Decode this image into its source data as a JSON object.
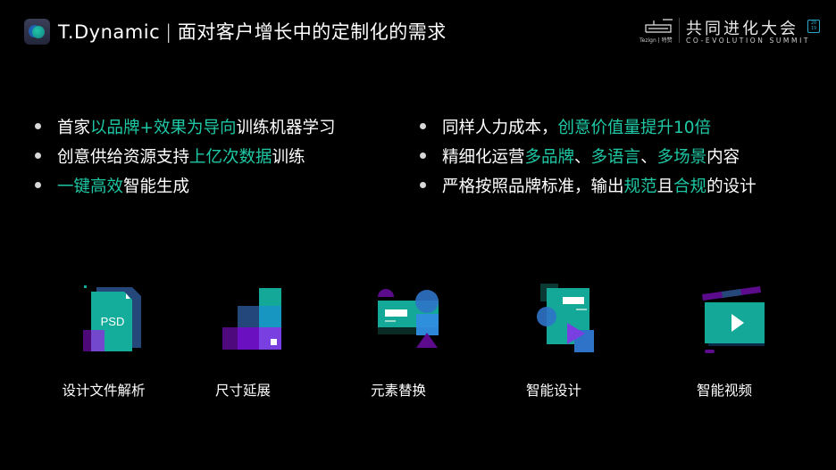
{
  "header": {
    "app_name": "T.Dynamic",
    "separator": "|",
    "subtitle": "面对客户增长中的定制化的需求",
    "logo_icon": "tdynamic-logo-icon"
  },
  "summit": {
    "brand_text": "Tezign | 特赞",
    "title_cn": "共同进化大会",
    "title_en": "CO-EVOLUTION SUMMIT",
    "year_top": "20",
    "year_bottom": "19"
  },
  "colors": {
    "background": "#000000",
    "highlight": "#1ec8a5",
    "teal": "#14a898",
    "navy": "#26477a",
    "purple": "#5b0b8c",
    "violet": "#7a3fe0",
    "blue": "#2f8ee0"
  },
  "bullets_left": [
    {
      "parts": [
        {
          "t": "首家",
          "hl": false
        },
        {
          "t": "以品牌+效果为导向",
          "hl": true
        },
        {
          "t": "训练机器学习",
          "hl": false
        }
      ]
    },
    {
      "parts": [
        {
          "t": "创意供给资源支持",
          "hl": false
        },
        {
          "t": "上亿次数据",
          "hl": true
        },
        {
          "t": "训练",
          "hl": false
        }
      ]
    },
    {
      "parts": [
        {
          "t": "一键高效",
          "hl": true
        },
        {
          "t": "智能生成",
          "hl": false
        }
      ]
    }
  ],
  "bullets_right": [
    {
      "parts": [
        {
          "t": "同样人力成本，",
          "hl": false
        },
        {
          "t": "创意价值量提升10倍",
          "hl": true
        }
      ]
    },
    {
      "parts": [
        {
          "t": "精细化运营",
          "hl": false
        },
        {
          "t": "多品牌",
          "hl": true
        },
        {
          "t": "、",
          "hl": false
        },
        {
          "t": "多语言",
          "hl": true
        },
        {
          "t": "、",
          "hl": false
        },
        {
          "t": "多场景",
          "hl": true
        },
        {
          "t": "内容",
          "hl": false
        }
      ]
    },
    {
      "parts": [
        {
          "t": "严格按照品牌标准，输出",
          "hl": false
        },
        {
          "t": "规范",
          "hl": true
        },
        {
          "t": "且",
          "hl": false
        },
        {
          "t": "合规",
          "hl": true
        },
        {
          "t": "的设计",
          "hl": false
        }
      ]
    }
  ],
  "features": [
    {
      "label": "设计文件解析",
      "icon": "psd-file-icon",
      "icon_text": "PSD"
    },
    {
      "label": "尺寸延展",
      "icon": "resize-blocks-icon"
    },
    {
      "label": "元素替换",
      "icon": "element-swap-icon"
    },
    {
      "label": "智能设计",
      "icon": "smart-design-icon"
    },
    {
      "label": "智能视频",
      "icon": "video-clapper-icon"
    }
  ]
}
